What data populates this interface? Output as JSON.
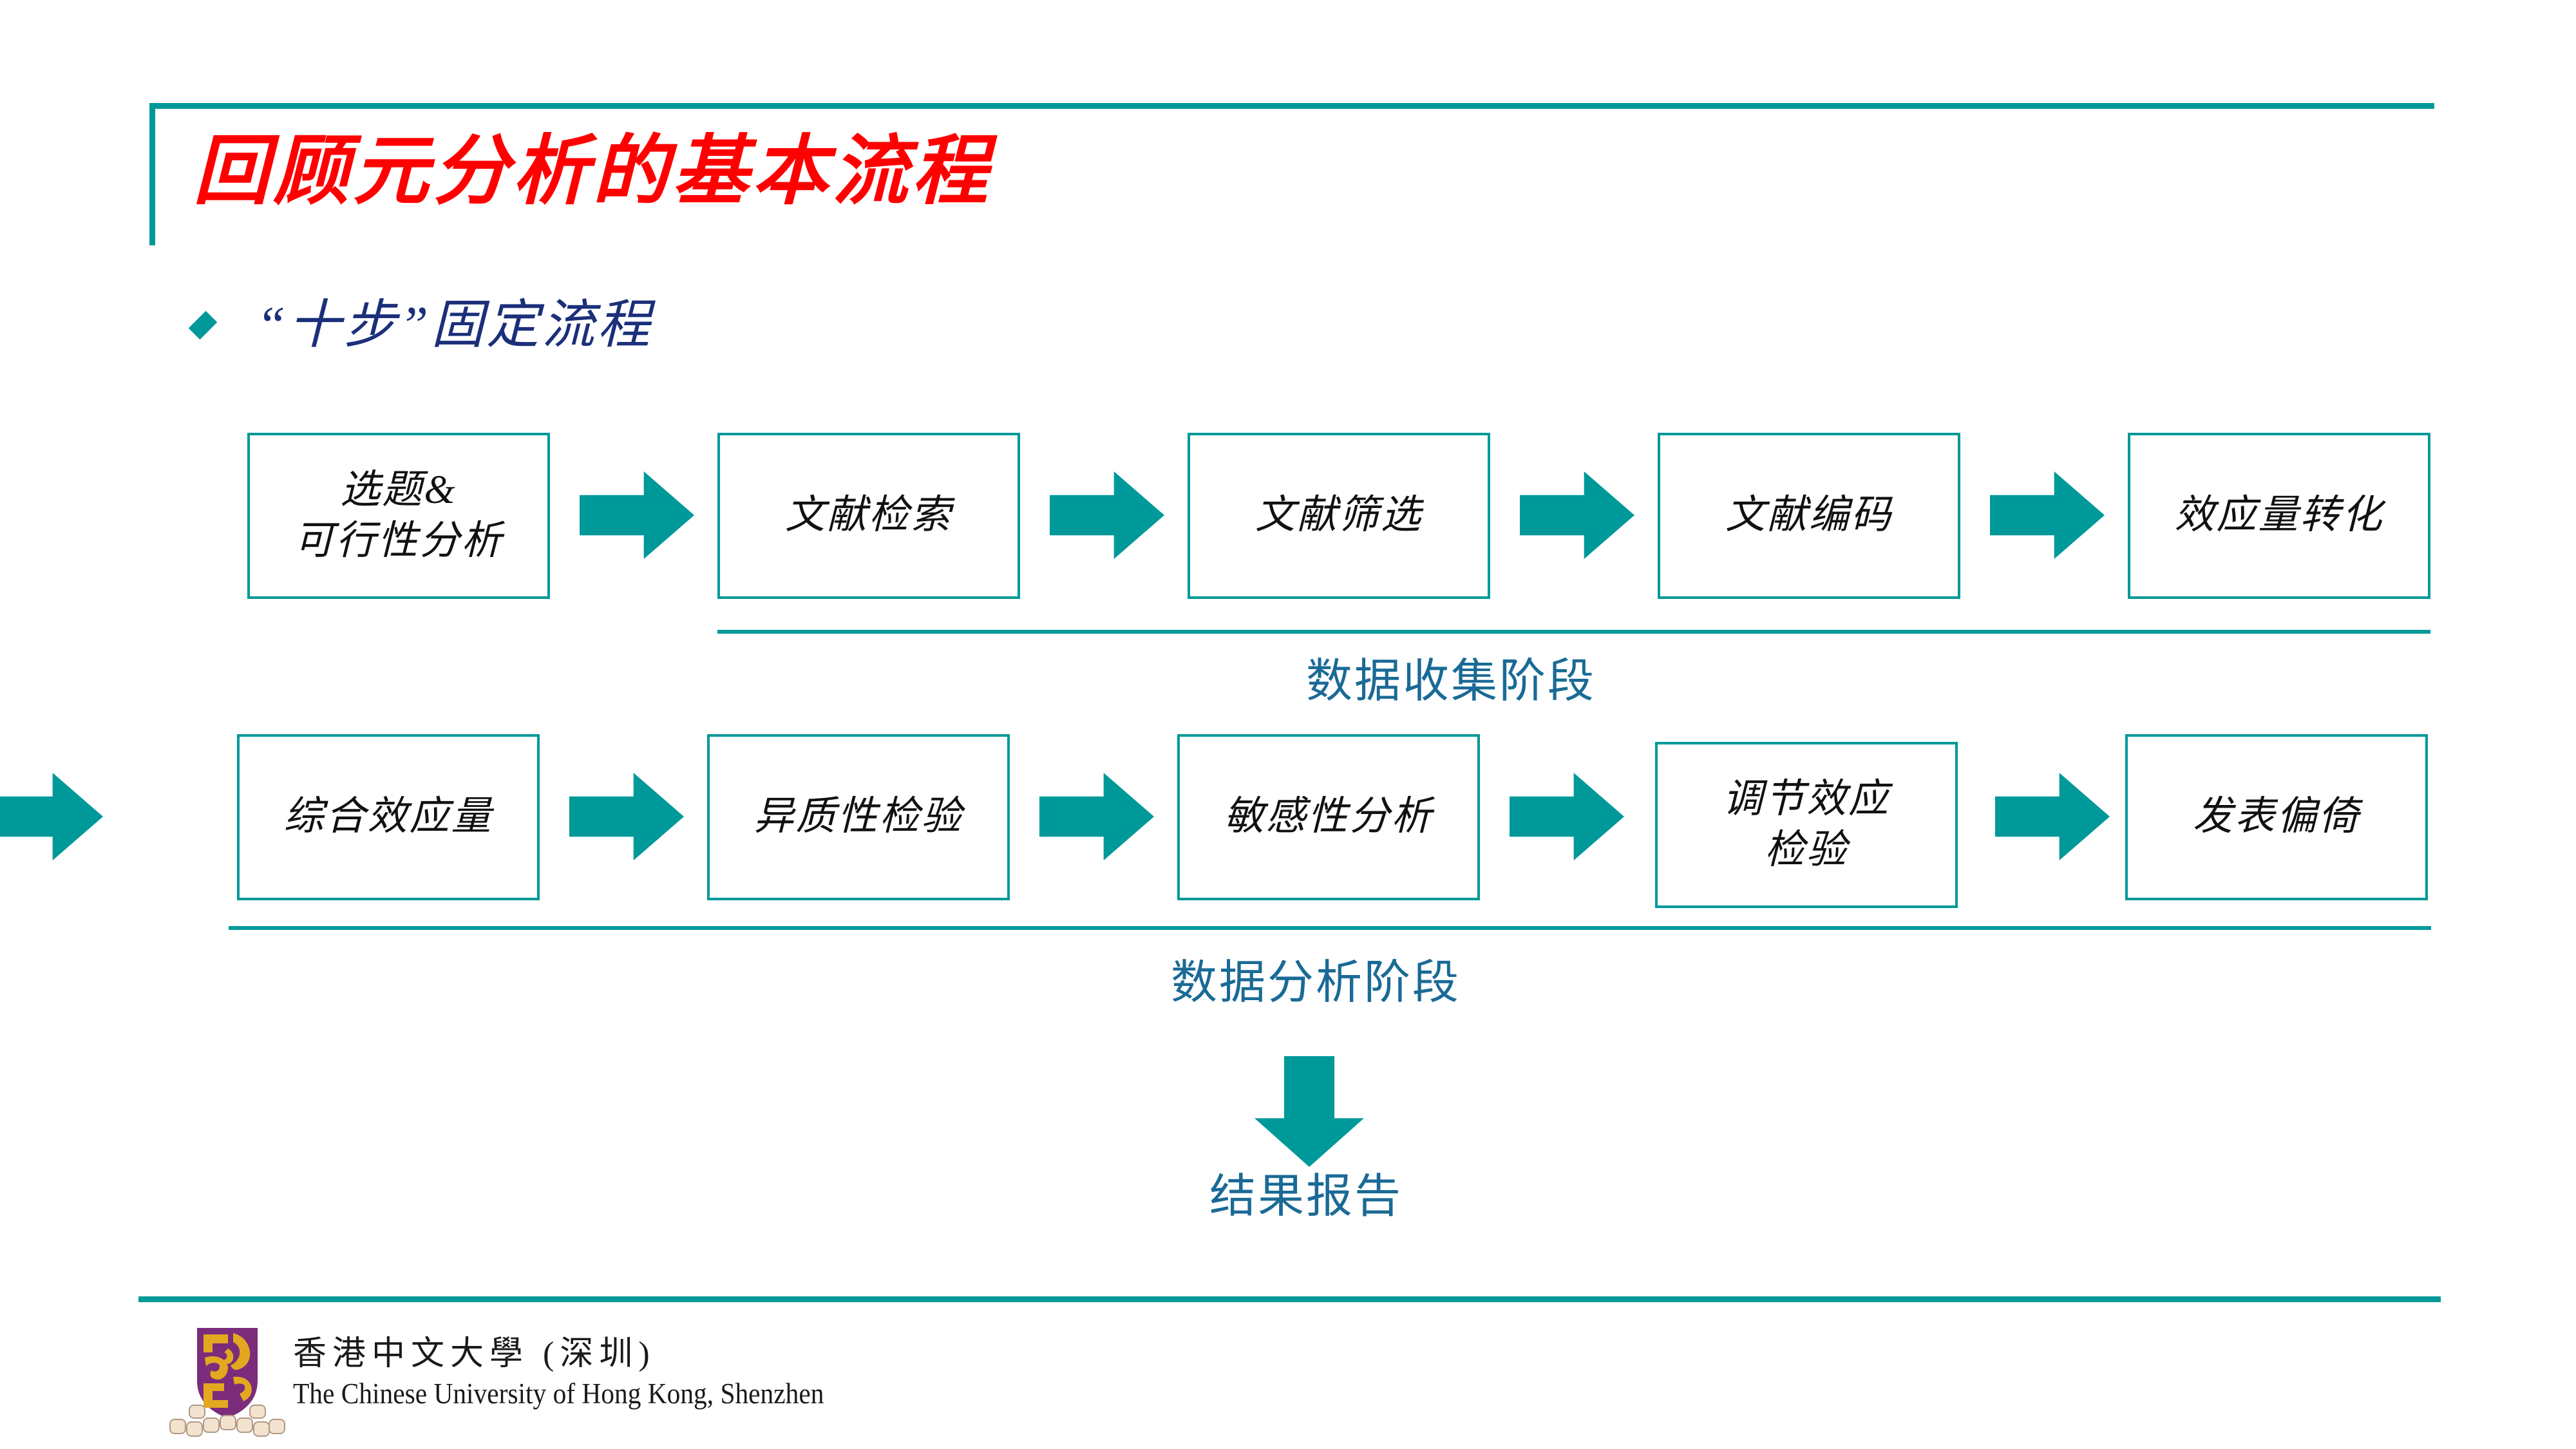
{
  "slide": {
    "title": "回顾元分析的基本流程",
    "bullet": {
      "marker": "diamond-bullet",
      "text": "“十步”固定流程"
    }
  },
  "colors": {
    "teal": "#009999",
    "title_red": "#ff0000",
    "bullet_navy": "#1b2f7a",
    "stage_blue": "#1a6a96",
    "box_border": "#009999",
    "crest_purple": "#7b2c7b",
    "crest_gold": "#e0a020"
  },
  "flow": {
    "row1": [
      {
        "label": "选题&\n可行性分析"
      },
      {
        "label": "文献检索"
      },
      {
        "label": "文献筛选"
      },
      {
        "label": "文献编码"
      },
      {
        "label": "效应量转化"
      }
    ],
    "row2": [
      {
        "label": "综合效应量"
      },
      {
        "label": "异质性检验"
      },
      {
        "label": "敏感性分析"
      },
      {
        "label": "调节效应\n检验"
      },
      {
        "label": "发表偏倚"
      }
    ],
    "arrow_icon": "arrow-right-icon",
    "down_arrow_icon": "arrow-down-icon"
  },
  "stages": {
    "collection": "数据收集阶段",
    "analysis": "数据分析阶段",
    "result": "结果报告"
  },
  "footer": {
    "name_cn": "香港中文大學 (深圳)",
    "name_en": "The Chinese University of Hong Kong, Shenzhen",
    "logo": "cuhk-shenzhen-crest-logo"
  }
}
